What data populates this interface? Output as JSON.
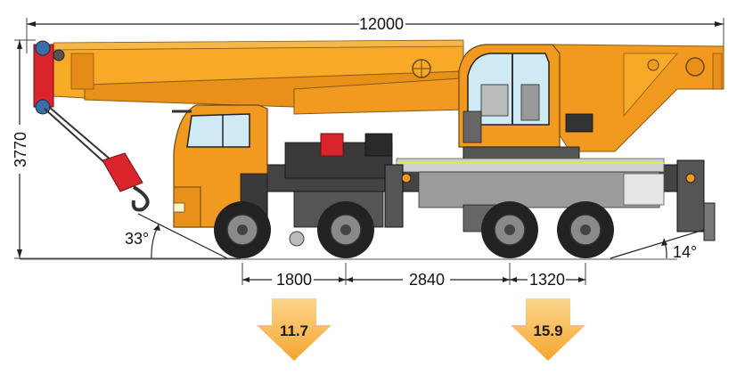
{
  "dimensions": {
    "overall_length": "12000",
    "overall_height": "3770",
    "wheelbase_front": "1800",
    "wheelbase_middle": "2840",
    "wheelbase_rear": "1320"
  },
  "angles": {
    "approach": "33°",
    "departure": "14°"
  },
  "axle_loads": {
    "front": "11.7",
    "rear": "15.9"
  },
  "colors": {
    "body_orange": "#f29a1f",
    "boom_orange": "#f7a928",
    "hook_red": "#d9242b",
    "arrow_orange": "#f6b042",
    "chassis_dark": "#333333"
  }
}
